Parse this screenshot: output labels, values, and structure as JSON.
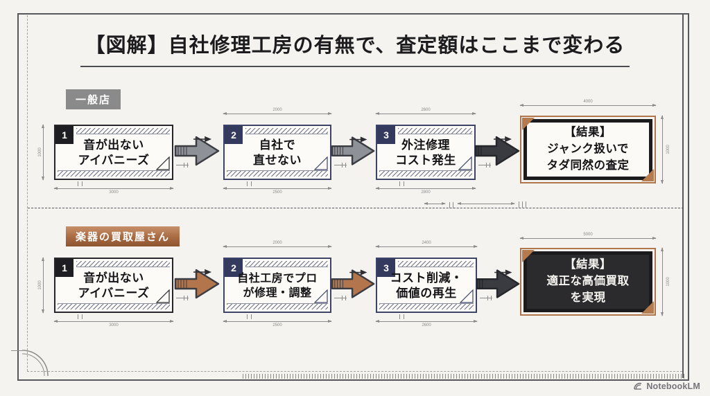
{
  "title": {
    "text": "【図解】自社修理工房の有無で、査定額はここまで変わる"
  },
  "footer": {
    "brand": "NotebookLM"
  },
  "colors": {
    "paper": "#f4f3ef",
    "frame": "#56575b",
    "navy": "#333a5e",
    "black_badge": "#1e1e22",
    "copper": "#b0754a",
    "gray_label": "#8a8a8a",
    "arrow_gray": "#8f9198",
    "arrow_copper": "#b3754c",
    "arrow_dark": "#3a3b41",
    "result_dark_bg": "#2b2b2e"
  },
  "rows": [
    {
      "label": "一般店",
      "steps": [
        {
          "num": "1",
          "text": "音が出ない\nアイバニーズ"
        },
        {
          "num": "2",
          "text": "自社で\n直せない"
        },
        {
          "num": "3",
          "text": "外注修理\nコスト発生"
        }
      ],
      "result": {
        "text": "【結果】\nジャンク扱いで\nタダ同然の査定"
      },
      "dims": {
        "b1_left": "1000",
        "b1_bottom": "3000",
        "b2_top": "2000",
        "b2_bottom": "2500",
        "b3_top": "2600",
        "b3_bottom": "2800",
        "result_top": "4000",
        "result_right": "1000"
      }
    },
    {
      "label": "楽器の買取屋さん",
      "steps": [
        {
          "num": "1",
          "text": "音が出ない\nアイバニーズ"
        },
        {
          "num": "2",
          "text": "自社工房でプロ\nが修理・調整"
        },
        {
          "num": "3",
          "text": "コスト削減・\n価値の再生"
        }
      ],
      "result": {
        "text": "【結果】\n適正な高価買取\nを実現"
      },
      "dims": {
        "b1_left": "1000",
        "b1_bottom": "3000",
        "b2_top": "2000",
        "b2_bottom": "2500",
        "b3_top": "2400",
        "b3_bottom": "2600",
        "result_top": "5000",
        "result_right": "1000"
      }
    }
  ]
}
